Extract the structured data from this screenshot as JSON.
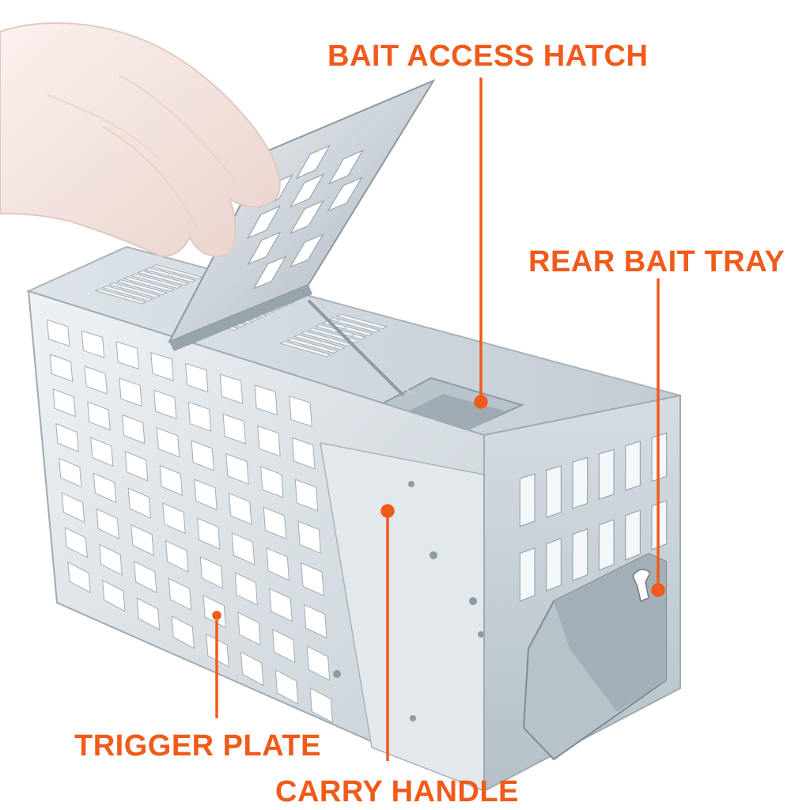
{
  "colors": {
    "callout": "#F05A1A",
    "metal_light": "#E4EAEE",
    "metal_mid": "#C9D2D8",
    "metal_dark": "#9AA6AE",
    "glove": "#F6E6E2",
    "bait": "#F2B51E"
  },
  "callouts": {
    "bait_access_hatch": "BAIT ACCESS HATCH",
    "rear_bait_tray": "REAR BAIT TRAY",
    "trigger_plate": "TRIGGER PLATE",
    "carry_handle": "CARRY HANDLE"
  }
}
